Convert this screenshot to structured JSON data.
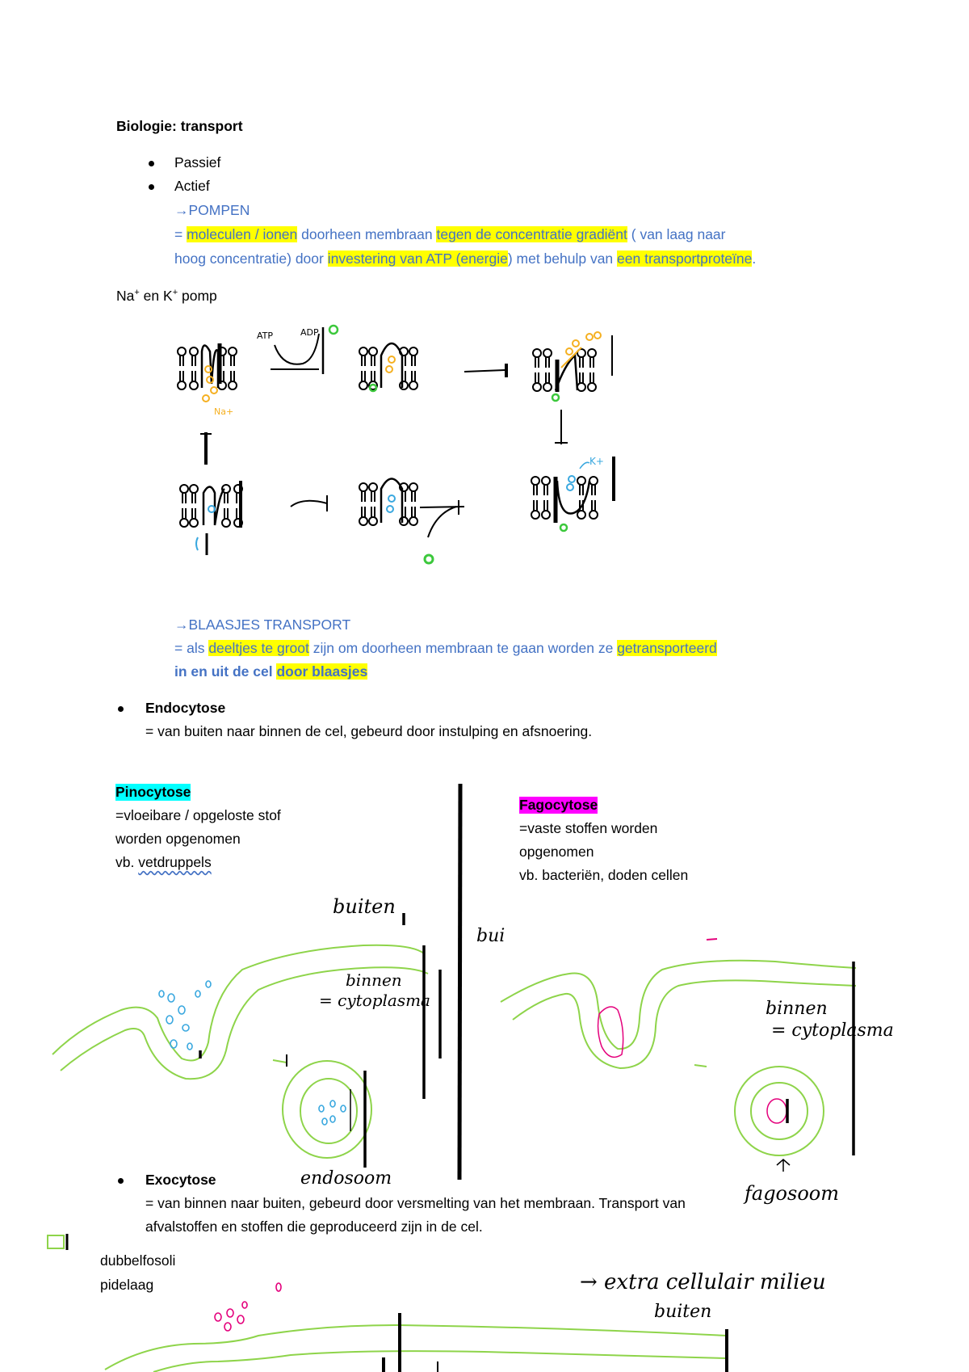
{
  "document": {
    "title": "Biologie: transport",
    "bullets_top": [
      "Passief",
      "Actief"
    ],
    "pompen": {
      "heading": "→POMPEN",
      "line1": {
        "eq": "= ",
        "hl1": "moleculen / ionen",
        "t1": " doorheen membraan ",
        "hl2": "tegen de concentratie gradiënt",
        "t2": " ( van laag naar"
      },
      "line2": {
        "t1": "hoog concentratie) door ",
        "hl1": "investering van ATP (energie",
        "t2": ") met behulp van ",
        "hl2": "een transportproteïne",
        "t3": "."
      }
    },
    "pump_label": {
      "na": "Na",
      "plus1": "+",
      "mid": " en K",
      "plus2": "+",
      "end": " pomp"
    },
    "diagram_labels": {
      "atp": "ATP",
      "adp": "ADP",
      "na_ion": "Na+",
      "k_ion": "K+"
    },
    "blaasjes": {
      "heading": "→BLAASJES TRANSPORT",
      "line1": {
        "t1": "= als ",
        "hl1": "deeltjes te groot",
        "t2": " zijn om doorheen membraan te gaan worden ze ",
        "hl2": "getransporteerd"
      },
      "line2": {
        "t1": "in en uit de cel",
        "t2": " ",
        "hl1": "door blaasjes"
      }
    },
    "endocytose": {
      "title": "Endocytose",
      "desc": "= van buiten naar binnen de cel, gebeurd door instulping en afsnoering."
    },
    "pinocytose": {
      "title": "Pinocytose",
      "line1": "=vloeibare / opgeloste stof",
      "line2": "worden opgenomen",
      "line3_prefix": "vb. ",
      "line3_word": "vetdruppels"
    },
    "fagocytose": {
      "title": "Fagocytose",
      "line1": "=vaste stoffen worden",
      "line2": "opgenomen",
      "line3": "vb. bacteriën, doden cellen"
    },
    "handwriting": {
      "buiten_left": "buiten",
      "binnen_left": "binnen",
      "cytoplasma_left": "= cytoplasma",
      "endosoom": "endosoom",
      "bui": "bui",
      "binnen_right": "binnen",
      "cytoplasma_right": "= cytoplasma",
      "fagosoom": "fagosoom",
      "extracellulair": "→ extra cellulair milieu",
      "buiten_bottom": "buiten"
    },
    "exocytose": {
      "title": "Exocytose",
      "line1": "= van binnen naar buiten, gebeurd door versmelting van het membraan. Transport van",
      "line2": "afvalstoffen en stoffen die geproduceerd zijn in de cel."
    },
    "dubbelfosfo": {
      "line1": "dubbelfosoli",
      "line2": "pidelaag"
    }
  }
}
